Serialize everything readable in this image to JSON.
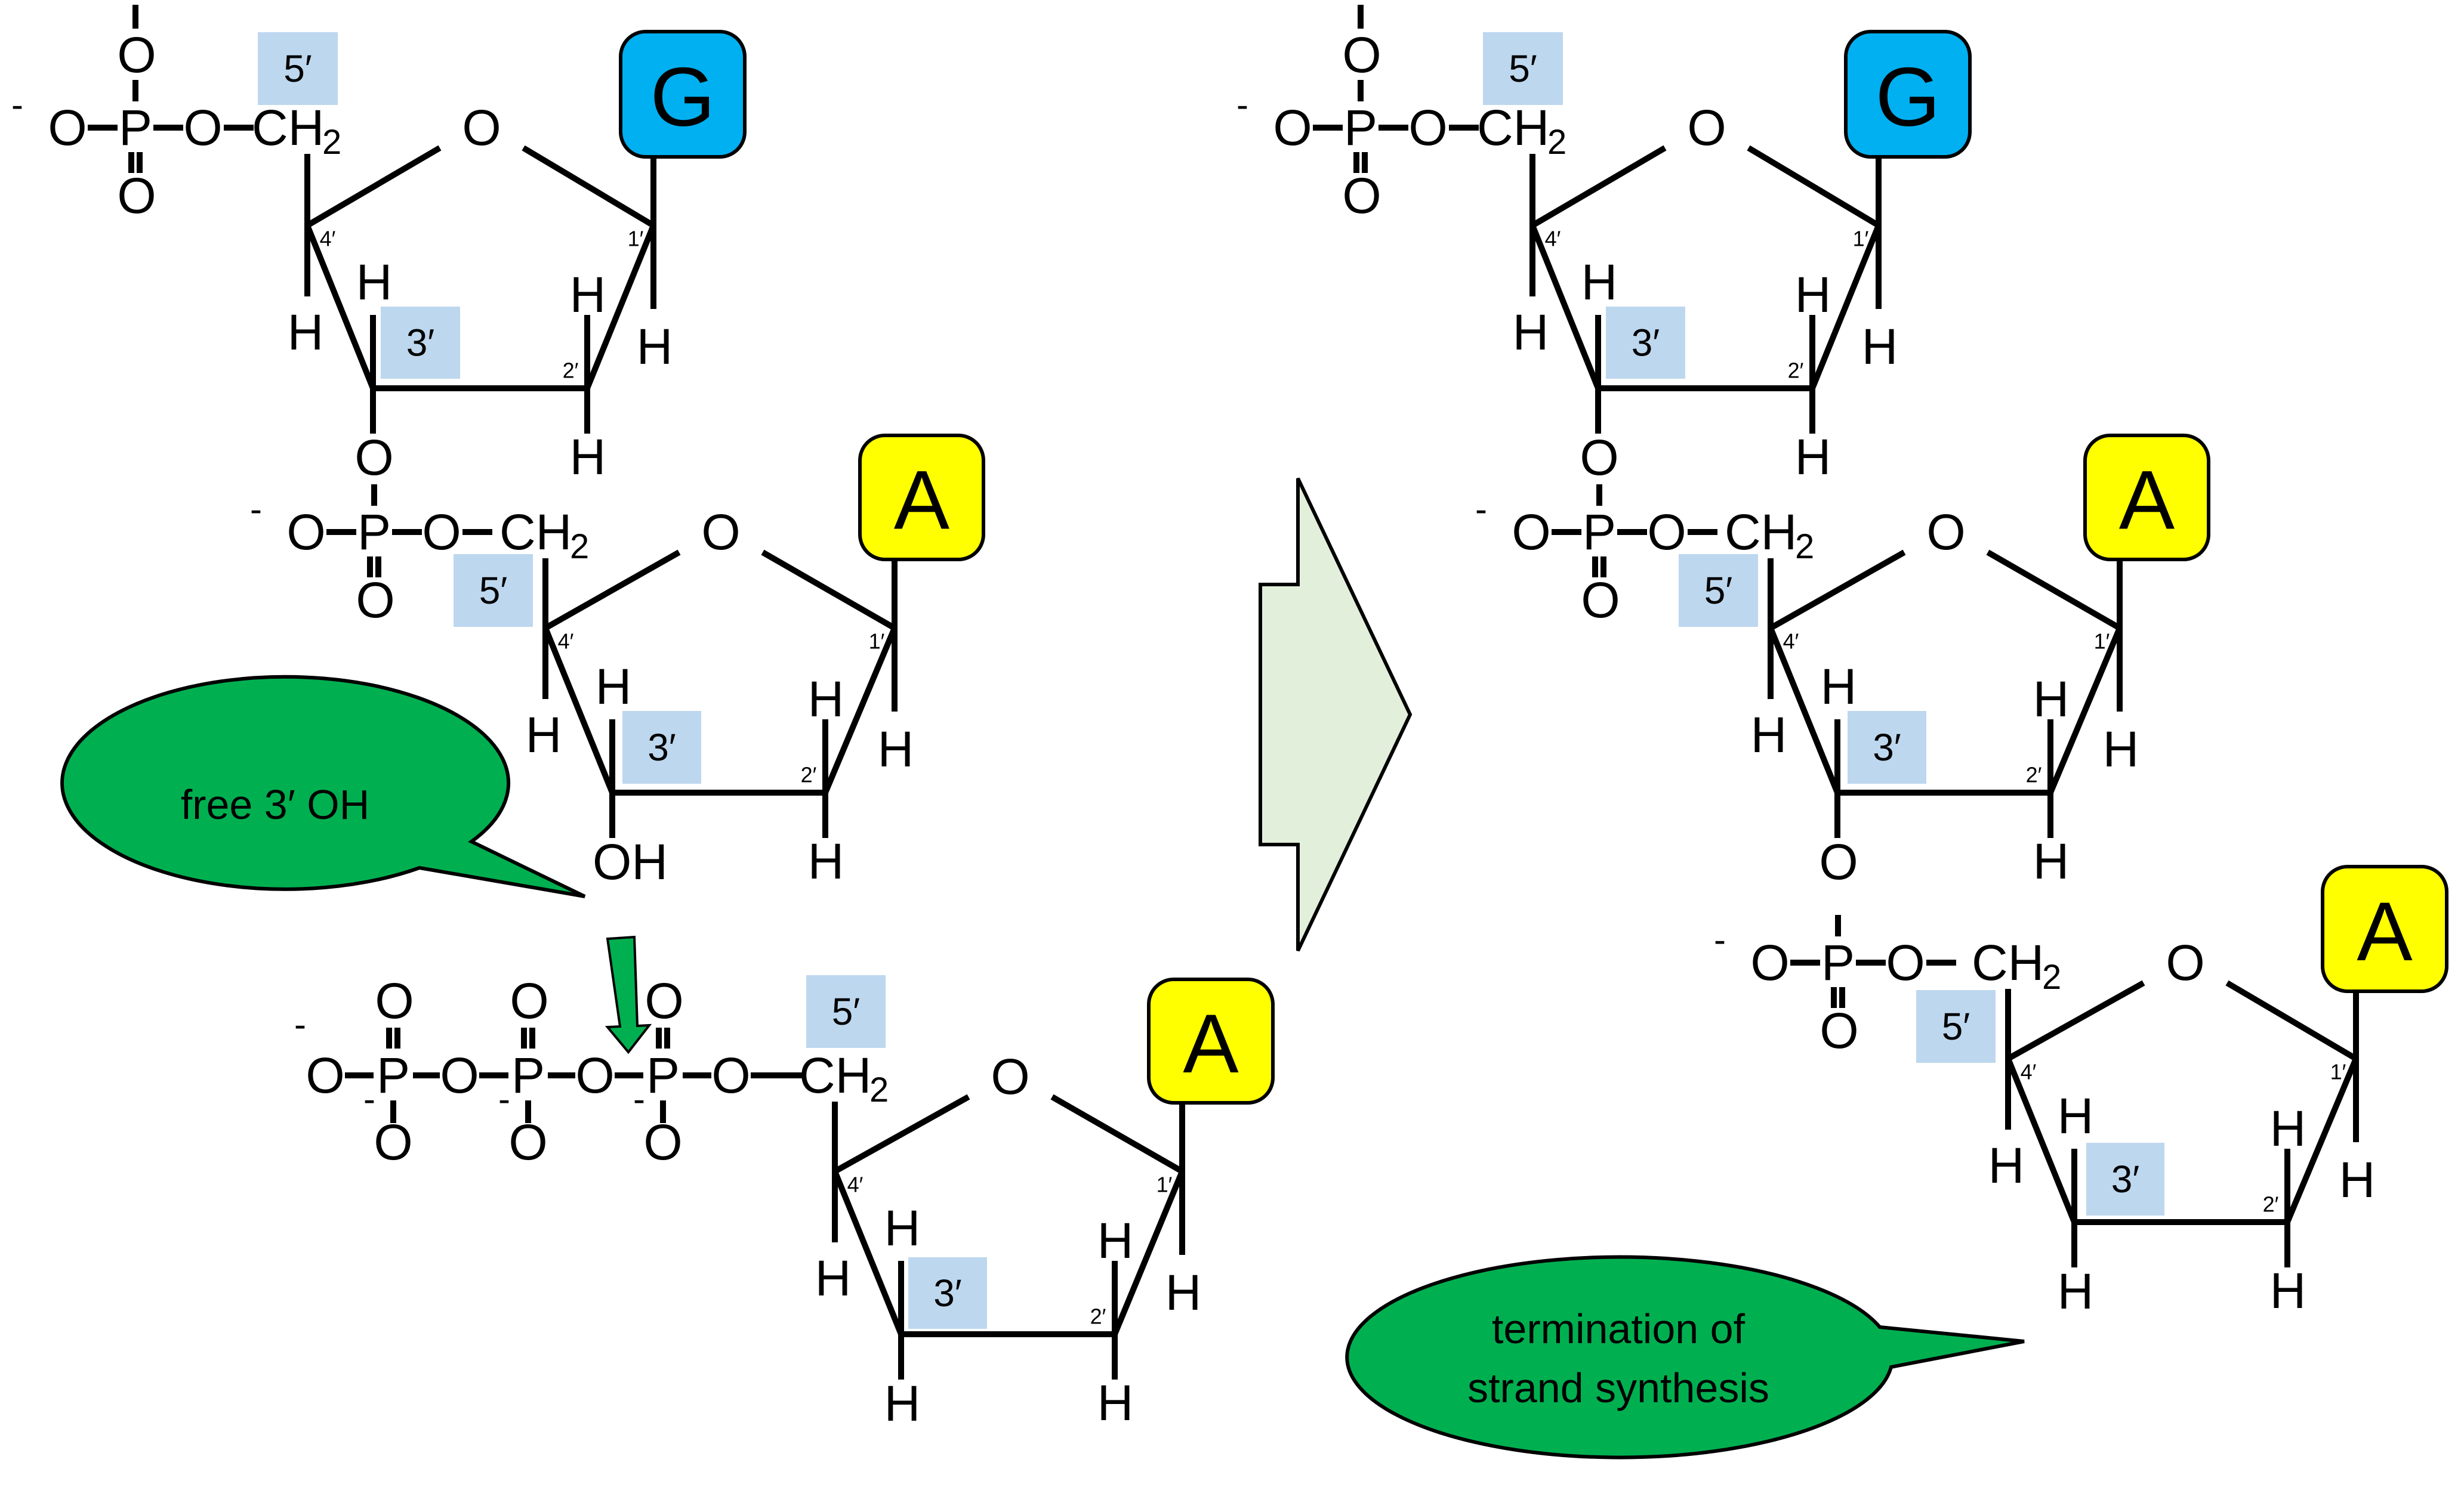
{
  "title": "Chain termination by a dideoxynucleotide (ddATP)",
  "colors": {
    "guanine_box": "#00B0F0",
    "adenine_box": "#FFFF00",
    "position_label_box": "#BDD7EE",
    "callout_green": "#00B050",
    "process_arrow": "#E2EFDA",
    "bond": "#000000"
  },
  "atoms": {
    "oxygen": "O",
    "phosphorus": "P",
    "hydrogen": "H",
    "hydroxyl": "OH",
    "methylene": "CH",
    "methylene_subscript": "2",
    "negative_charge": "-"
  },
  "carbon_numbers": {
    "c1": "1′",
    "c2": "2′",
    "c4": "4′"
  },
  "position_labels": {
    "five_prime": "5′",
    "three_prime": "3′"
  },
  "before_panel": {
    "nucleotides": [
      {
        "id": "left-guanosine",
        "base": "G",
        "base_name": "guanine",
        "phosphate": "monophosphate",
        "three_prime_group": "O (phosphodiester)"
      },
      {
        "id": "left-adenosine",
        "base": "A",
        "base_name": "adenine",
        "phosphate": "monophosphate",
        "three_prime_group": "OH"
      },
      {
        "id": "incoming-ddATP",
        "base": "A",
        "base_name": "adenine",
        "phosphate": "triphosphate",
        "three_prime_group": "H"
      }
    ],
    "callout": "free 3′ OH"
  },
  "after_panel": {
    "nucleotides": [
      {
        "id": "right-guanosine",
        "base": "G",
        "base_name": "guanine",
        "three_prime_group": "O (phosphodiester)"
      },
      {
        "id": "right-adenosine",
        "base": "A",
        "base_name": "adenine",
        "three_prime_group": "O (phosphodiester)"
      },
      {
        "id": "incorporated-ddA",
        "base": "A",
        "base_name": "adenine",
        "three_prime_group": "H"
      }
    ],
    "callout_line1": "termination of",
    "callout_line2": "strand synthesis"
  },
  "icons": {
    "process_arrow": "right-block-arrow-icon",
    "attack_arrow": "down-arrow-icon"
  }
}
